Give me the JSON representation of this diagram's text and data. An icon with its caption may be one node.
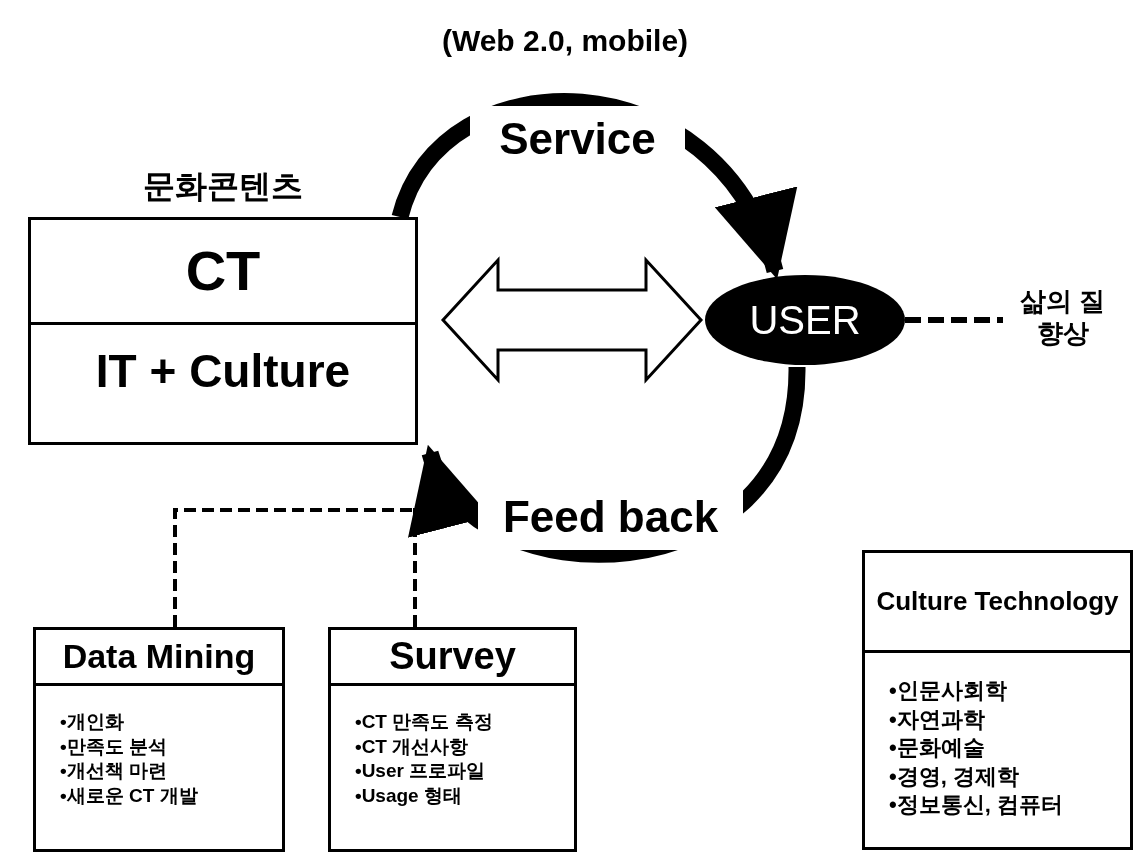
{
  "diagram": {
    "nodes": [
      {
        "text": [
          "문화콘텐츠",
          "CT",
          "IT + Culture"
        ]
      },
      {
        "text": [
          "USER"
        ]
      },
      {
        "text": [
          "삶의 질 향상"
        ]
      },
      {
        "text": [
          "Data Mining",
          "•개인화",
          "•만족도 분석",
          "•개선책 마련",
          "•새로운 CT 개발"
        ]
      },
      {
        "text": [
          "Survey",
          "•CT 만족도 측정",
          "•CT 개선사항",
          "•User 프로파일",
          "•Usage 형태"
        ]
      },
      {
        "text": [
          "Culture Technology",
          "•인문사회학",
          "•자연과학",
          "•문화예술",
          "•경영, 경제학",
          "•정보통신, 컴퓨터"
        ]
      }
    ],
    "edges": [
      {
        "from": 0,
        "to": 1,
        "arrow": "to",
        "label": "Service",
        "style": "thick"
      },
      {
        "from": 0,
        "to": 1,
        "arrow": "both"
      },
      {
        "from": 1,
        "to": 0,
        "arrow": "to",
        "label": "Feed back",
        "style": "thick"
      },
      {
        "from": 1,
        "to": 2,
        "arrow": "none",
        "style": "dashed"
      },
      {
        "from": 3,
        "to": null,
        "arrow": "none",
        "style": "dashed"
      },
      {
        "from": 4,
        "to": null,
        "arrow": "none",
        "style": "dashed"
      }
    ],
    "labels": [
      "(Web 2.0, mobile)"
    ]
  }
}
